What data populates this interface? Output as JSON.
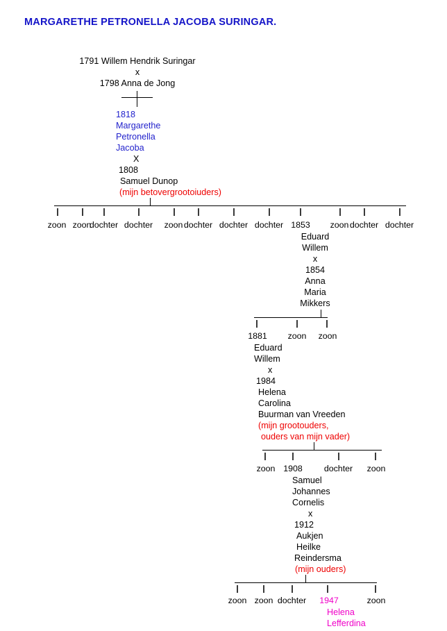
{
  "title": "MARGARETHE PETRONELLA JACOBA SURINGAR.",
  "colors": {
    "title_blue": "#1414c8",
    "person_blue": "#2222cc",
    "note_red": "#ee0000",
    "highlight_pink": "#f000c8",
    "line_black": "#000000"
  },
  "generations": {
    "gen0": {
      "name": "root-couple",
      "lines": [
        "1791 Willem Hendrik Suringar",
        "x",
        "1798 Anna de Jong"
      ]
    },
    "gen1": {
      "name": "margarethe-couple",
      "lines": [
        {
          "text": "1818",
          "color": "blue"
        },
        {
          "text": "Margarethe",
          "color": "blue"
        },
        {
          "text": "Petronella",
          "color": "blue"
        },
        {
          "text": "Jacoba",
          "color": "blue"
        },
        {
          "text": "X",
          "color": "black"
        },
        {
          "text": "1808",
          "color": "black"
        },
        {
          "text": "Samuel Dunop",
          "color": "black"
        },
        {
          "text": "(mijn betovergrootoiuders)",
          "color": "red"
        }
      ]
    },
    "gen2": {
      "name": "children-of-margarethe",
      "siblings": [
        {
          "label": "zoon"
        },
        {
          "label": "zoon"
        },
        {
          "label": "dochter"
        },
        {
          "label": "dochter"
        },
        {
          "label": "zoon"
        },
        {
          "label": "dochter"
        },
        {
          "label": "dochter"
        },
        {
          "label": "dochter"
        },
        {
          "label": "1853",
          "expanded": true
        },
        {
          "label": "zoon"
        },
        {
          "label": "dochter"
        },
        {
          "label": "dochter"
        }
      ],
      "expanded_person": {
        "lines": [
          {
            "text": "Eduard",
            "color": "black"
          },
          {
            "text": "Willem",
            "color": "black"
          },
          {
            "text": "x",
            "color": "black"
          },
          {
            "text": "1854",
            "color": "black"
          },
          {
            "text": "Anna",
            "color": "black"
          },
          {
            "text": "Maria",
            "color": "black"
          },
          {
            "text": "Mikkers",
            "color": "black"
          }
        ]
      }
    },
    "gen3": {
      "name": "children-of-eduard-willem-1853",
      "siblings": [
        {
          "label": "1881",
          "expanded": true
        },
        {
          "label": "zoon"
        },
        {
          "label": "zoon"
        }
      ],
      "expanded_person": {
        "lines": [
          {
            "text": "Eduard",
            "color": "black"
          },
          {
            "text": "Willem",
            "color": "black"
          },
          {
            "text": "x",
            "color": "black"
          },
          {
            "text": "1984",
            "color": "black"
          },
          {
            "text": "Helena",
            "color": "black"
          },
          {
            "text": "Carolina",
            "color": "black"
          },
          {
            "text": "Buurman van Vreeden",
            "color": "black"
          },
          {
            "text": "(mijn grootouders,",
            "color": "red"
          },
          {
            "text": "ouders van mijn vader)",
            "color": "red"
          }
        ]
      }
    },
    "gen4": {
      "name": "children-of-eduard-willem-1881",
      "siblings": [
        {
          "label": "zoon"
        },
        {
          "label": "1908",
          "expanded": true
        },
        {
          "label": "dochter"
        },
        {
          "label": "zoon"
        }
      ],
      "expanded_person": {
        "lines": [
          {
            "text": "Samuel",
            "color": "black"
          },
          {
            "text": "Johannes",
            "color": "black"
          },
          {
            "text": "Cornelis",
            "color": "black"
          },
          {
            "text": "x",
            "color": "black"
          },
          {
            "text": "1912",
            "color": "black"
          },
          {
            "text": "Aukjen",
            "color": "black"
          },
          {
            "text": "Heilke",
            "color": "black"
          },
          {
            "text": "Reindersma",
            "color": "black"
          },
          {
            "text": "(mijn ouders)",
            "color": "red"
          }
        ]
      }
    },
    "gen5": {
      "name": "children-of-samuel-1908",
      "siblings": [
        {
          "label": "zoon"
        },
        {
          "label": "zoon"
        },
        {
          "label": "dochter"
        },
        {
          "label": "1947",
          "expanded": true,
          "color": "pink"
        },
        {
          "label": "zoon"
        }
      ],
      "expanded_person": {
        "lines": [
          {
            "text": "Helena",
            "color": "pink"
          },
          {
            "text": "Lefferdina",
            "color": "pink"
          }
        ]
      }
    }
  }
}
